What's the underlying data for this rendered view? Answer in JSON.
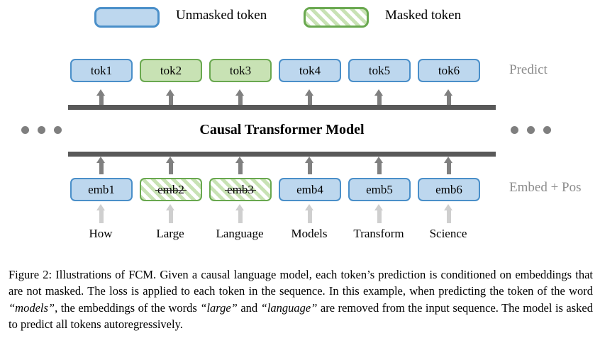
{
  "legend": {
    "unmasked": {
      "label": "Unmasked token",
      "swatch": "blue-filled-rounded-rect"
    },
    "masked": {
      "label": "Masked token",
      "swatch": "green-hatched-rounded-rect"
    }
  },
  "colors": {
    "blue_fill": "#bdd7ee",
    "blue_border": "#4a8fc9",
    "green_fill": "#c8e2b4",
    "green_border": "#69a84f",
    "bar_gray": "#595959",
    "arrow_dark_gray": "#808080",
    "arrow_light_gray": "#cfcfcf",
    "side_label_gray": "#8c8c8c",
    "dot_gray": "#7f7f7f"
  },
  "diagram": {
    "model_title": "Causal Transformer Model",
    "predict_label": "Predict",
    "embed_label": "Embed + Pos",
    "ellipsis": "• • •",
    "tokens": [
      {
        "label": "tok1",
        "state": "unmasked"
      },
      {
        "label": "tok2",
        "state": "masked"
      },
      {
        "label": "tok3",
        "state": "masked"
      },
      {
        "label": "tok4",
        "state": "unmasked"
      },
      {
        "label": "tok5",
        "state": "unmasked"
      },
      {
        "label": "tok6",
        "state": "unmasked"
      }
    ],
    "embeddings": [
      {
        "label": "emb1",
        "state": "unmasked"
      },
      {
        "label": "emb2",
        "state": "masked"
      },
      {
        "label": "emb3",
        "state": "masked"
      },
      {
        "label": "emb4",
        "state": "unmasked"
      },
      {
        "label": "emb5",
        "state": "unmasked"
      },
      {
        "label": "emb6",
        "state": "unmasked"
      }
    ],
    "words": [
      "How",
      "Large",
      "Language",
      "Models",
      "Transform",
      "Science"
    ]
  },
  "caption": {
    "prefix": "Figure 2:",
    "part1": " Illustrations of FCM. Given a causal language model, each token’s prediction is conditioned on embeddings that are not masked. The loss is applied to each token in the sequence. In this example, when predicting the token of the word ",
    "em1": "“models”",
    "part2": ", the embeddings of the words ",
    "em2": "“large”",
    "part3": " and ",
    "em3": "“language”",
    "part4": " are removed from the input sequence. The model is asked to predict all tokens autoregressively."
  }
}
